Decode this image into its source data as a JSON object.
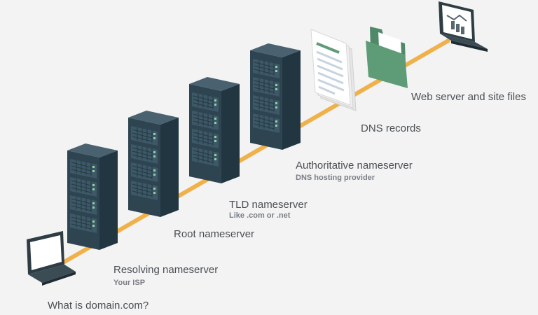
{
  "nodes": {
    "client": {
      "label": "What is domain.com?"
    },
    "resolver": {
      "label": "Resolving nameserver",
      "sublabel": "Your ISP"
    },
    "root": {
      "label": "Root nameserver"
    },
    "tld": {
      "label": "TLD nameserver",
      "sublabel": "Like .com or .net"
    },
    "authoritative": {
      "label": "Authoritative nameserver",
      "sublabel": "DNS hosting provider"
    },
    "records": {
      "label": "DNS records"
    },
    "webserver": {
      "label": "Web server and site files"
    }
  },
  "colors": {
    "background": "#f3f3f3",
    "connector": "#f0b14a",
    "server_front": "#2e4551",
    "server_side": "#213640",
    "server_top": "#4a6270",
    "led": "#8fd0a6",
    "folder": "#5e9c78",
    "text": "#4a4f55",
    "subtext": "#7a7f85"
  }
}
